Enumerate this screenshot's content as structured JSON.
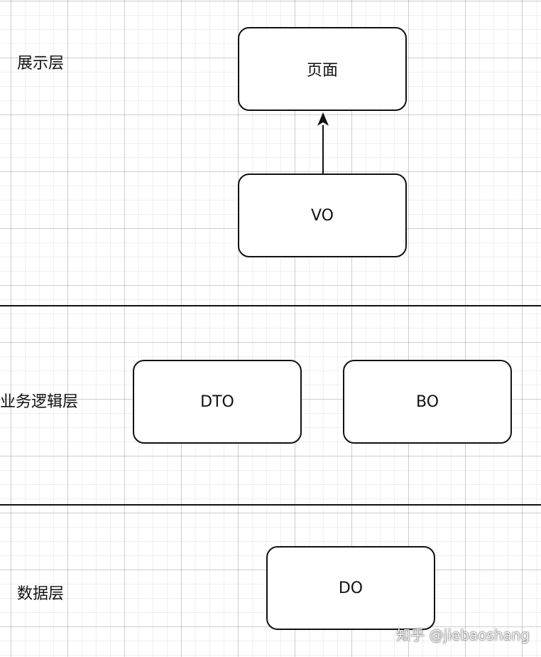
{
  "layers": {
    "presentation": "展示层",
    "business_logic": "业务逻辑层",
    "data": "数据层"
  },
  "nodes": {
    "page": "页面",
    "vo": "VO",
    "dto": "DTO",
    "bo": "BO",
    "do": "DO"
  },
  "edges": [
    {
      "from": "vo",
      "to": "page"
    }
  ],
  "watermark": "知乎 @jiebaoshang",
  "colors": {
    "stroke": "#111111",
    "background": "#ffffff",
    "grid": "#e0e0e0"
  }
}
